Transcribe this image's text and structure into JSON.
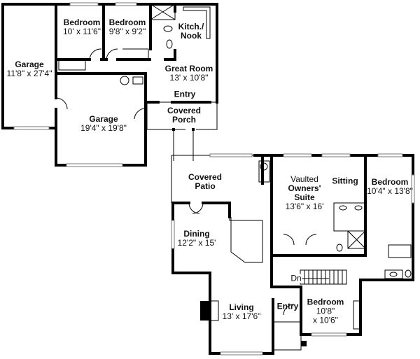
{
  "rooms": {
    "garage_left": {
      "name": "Garage",
      "size": "11'8\" x 27'4\""
    },
    "bedroom_1": {
      "name": "Bedroom",
      "size": "10' x 11'6\""
    },
    "bedroom_2": {
      "name": "Bedroom",
      "size": "9'8\" x 9'2\""
    },
    "kitchen_nook": {
      "name_1": "Kitch./",
      "name_2": "Nook"
    },
    "great_room": {
      "name": "Great Room",
      "size": "13' x 10'8\""
    },
    "entry_upper": {
      "name": "Entry"
    },
    "garage_main": {
      "name": "Garage",
      "size": "19'4\" x 19'8\""
    },
    "covered_porch": {
      "name_1": "Covered",
      "name_2": "Porch"
    },
    "covered_patio": {
      "name_1": "Covered",
      "name_2": "Patio"
    },
    "owners_suite": {
      "prefix": "Vaulted",
      "name_1": "Owners'",
      "name_2": "Suite",
      "size": "13'6\" x 16'"
    },
    "sitting": {
      "name": "Sitting"
    },
    "bedroom_right": {
      "name": "Bedroom",
      "size": "10'4\" x 13'8\""
    },
    "dining": {
      "name": "Dining",
      "size": "12'2\" x 15'"
    },
    "living": {
      "name": "Living",
      "size": "13' x 17'6\""
    },
    "entry_lower": {
      "name": "Entry"
    },
    "bedroom_lower": {
      "name": "Bedroom",
      "size_1": "10'8\"",
      "size_2": "x 10'6\""
    },
    "stairs": {
      "label": "Dn"
    }
  }
}
